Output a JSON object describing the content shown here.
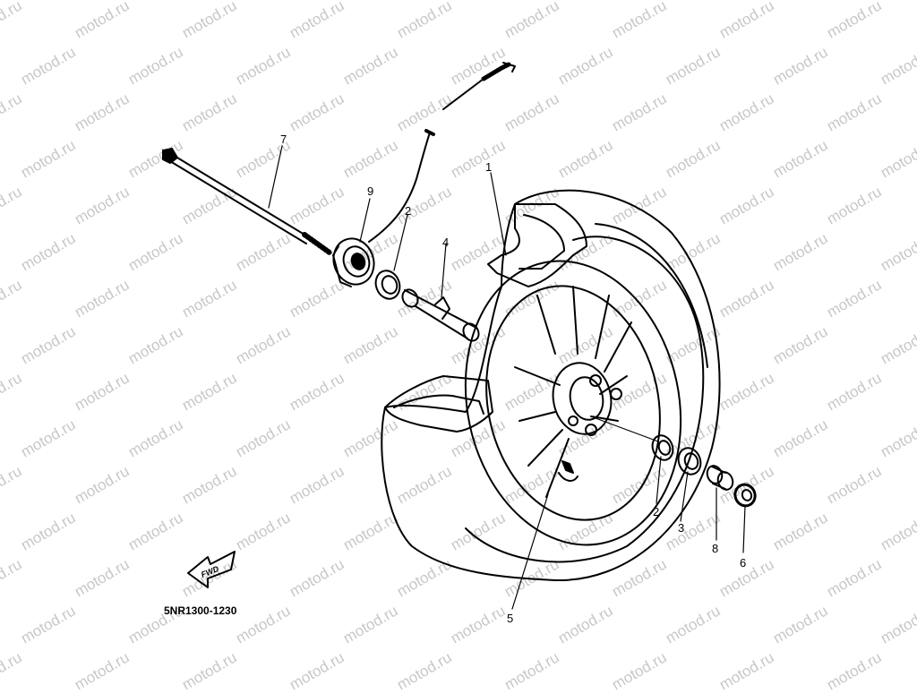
{
  "watermark": {
    "text": "motod.ru",
    "color": "#9a9a9a"
  },
  "diagram": {
    "code": "5NR1300-1230",
    "fwd_label": "FWD",
    "callouts": [
      {
        "id": "callout-1",
        "label": "1"
      },
      {
        "id": "callout-2-top",
        "label": "2"
      },
      {
        "id": "callout-2-bottom",
        "label": "2"
      },
      {
        "id": "callout-3",
        "label": "3"
      },
      {
        "id": "callout-4",
        "label": "4"
      },
      {
        "id": "callout-5",
        "label": "5"
      },
      {
        "id": "callout-6",
        "label": "6"
      },
      {
        "id": "callout-7",
        "label": "7"
      },
      {
        "id": "callout-8",
        "label": "8"
      },
      {
        "id": "callout-9",
        "label": "9"
      }
    ]
  }
}
